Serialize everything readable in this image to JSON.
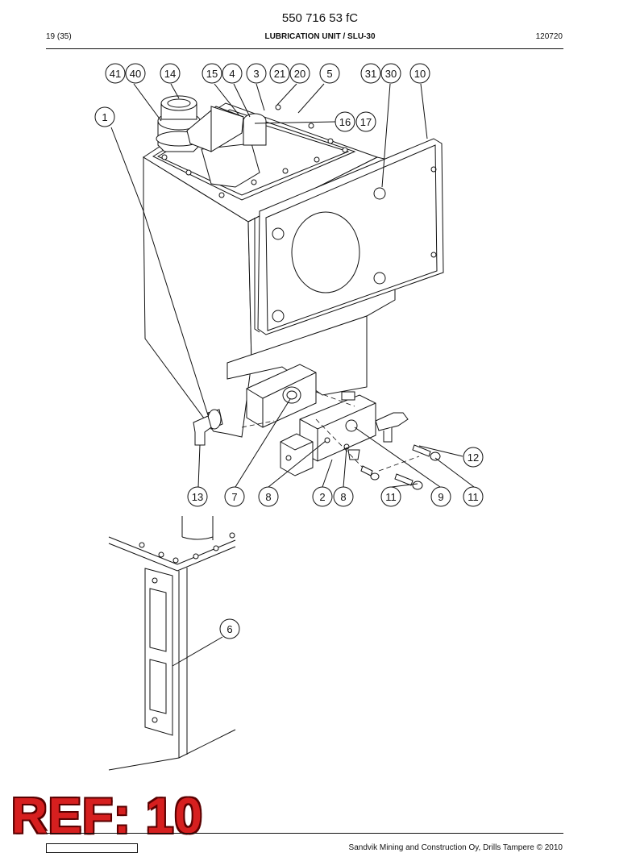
{
  "header": {
    "doc_number": "550 716 53 fC",
    "page": "19 (35)",
    "title": "LUBRICATION UNIT / SLU-30",
    "date": "120720"
  },
  "footer": {
    "copyright": "Sandvik Mining and Construction Oy, Drills Tampere © 2010"
  },
  "stamp": {
    "text": "REF: 10",
    "color": "#d61f1f"
  },
  "callouts": {
    "c41": "41",
    "c40": "40",
    "c14": "14",
    "c15": "15",
    "c4": "4",
    "c3": "3",
    "c21": "21",
    "c20": "20",
    "c5": "5",
    "c31": "31",
    "c30": "30",
    "c10": "10",
    "c1": "1",
    "c16": "16",
    "c17": "17",
    "c12": "12",
    "c13": "13",
    "c7": "7",
    "c8a": "8",
    "c2": "2",
    "c8b": "8",
    "c11a": "11",
    "c9": "9",
    "c11b": "11",
    "c6": "6"
  }
}
